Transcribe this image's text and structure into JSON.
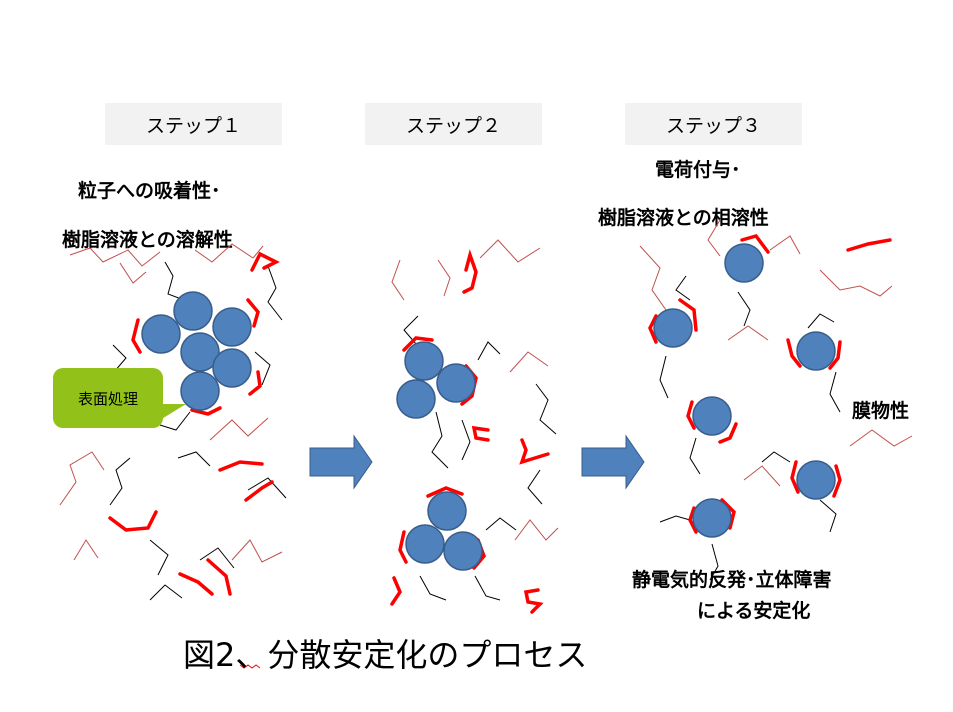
{
  "steps": [
    {
      "label": "ステップ１"
    },
    {
      "label": "ステップ２"
    },
    {
      "label": "ステップ３"
    }
  ],
  "step1_text": {
    "line1": "粒子への吸着性･",
    "line2": "樹脂溶液との溶解性"
  },
  "step3_text": {
    "line1": "電荷付与･",
    "line2": "樹脂溶液との相溶性"
  },
  "film_label": "膜物性",
  "stabilization": {
    "line1": "静電気的反発･立体障害",
    "line2": "による安定化"
  },
  "callout": "表面処理",
  "caption": "図2、分散安定化のプロセス",
  "colors": {
    "particle": "#4f81bd",
    "particle_edge": "#385d8a",
    "resin": "#ff0000",
    "chain_black": "#000000",
    "chain_red": "#c0504d",
    "arrow": "#4f81bd",
    "callout": "#92c21a"
  }
}
